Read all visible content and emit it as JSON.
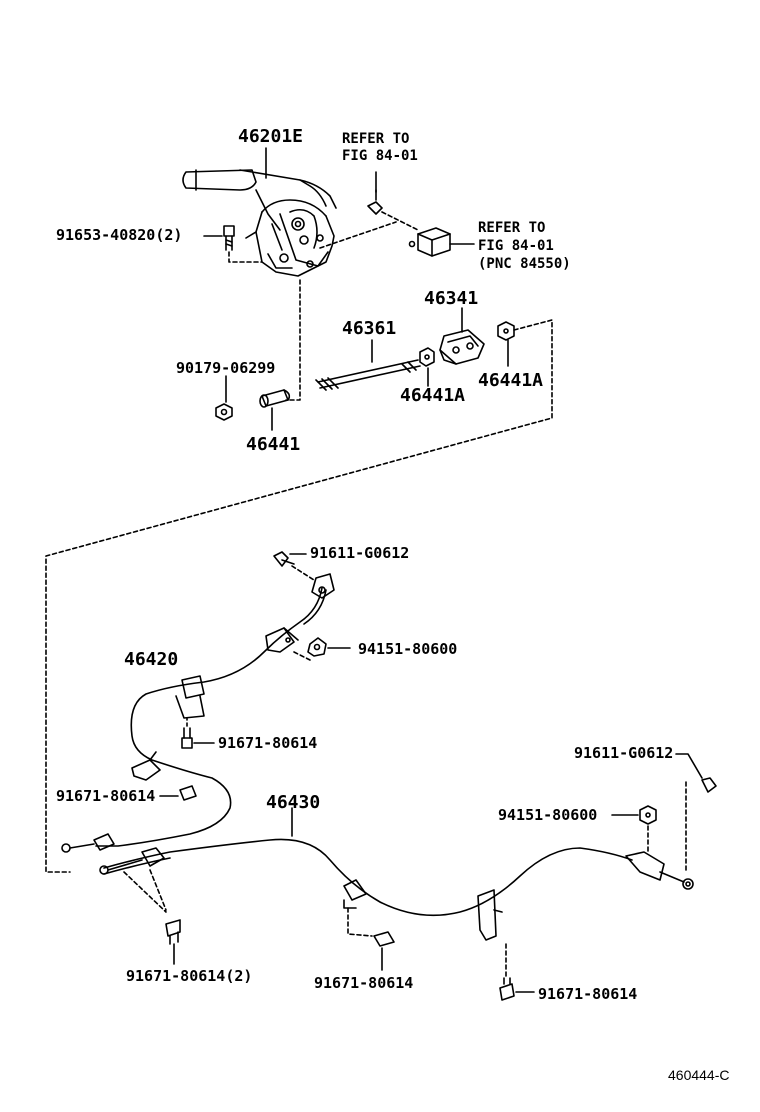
{
  "parts": {
    "lever_assembly": "46201E",
    "lever_bolt": "91653-40820(2)",
    "nut_90179": "90179-06299",
    "rod": "46361",
    "equalizer": "46341",
    "nut_46441A_mid": "46441A",
    "nut_46441A_right": "46441A",
    "nut_46441": "46441",
    "cable_front_bolt": "91611-G0612",
    "cable_front_nut": "94151-80600",
    "cable_no2": "46420",
    "cable_no2_bolt_upper": "91671-80614",
    "cable_no2_bolt_lower": "91671-80614",
    "cable_no3": "46430",
    "cable_rear_bolt": "91611-G0612",
    "cable_rear_nut": "94151-80600",
    "bolt_bottom_left": "91671-80614(2)",
    "bolt_bottom_mid": "91671-80614",
    "bolt_bottom_right": "91671-80614"
  },
  "references": {
    "ref1_line1": "REFER TO",
    "ref1_line2": "FIG 84-01",
    "ref2_line1": "REFER TO",
    "ref2_line2": "FIG 84-01",
    "ref2_line3": "(PNC 84550)"
  },
  "doc_id": "460444-C"
}
